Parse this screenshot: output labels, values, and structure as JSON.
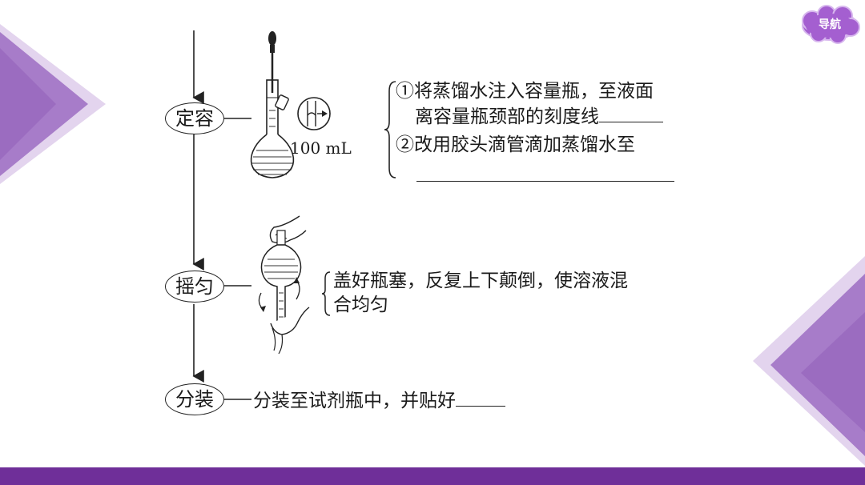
{
  "nav": {
    "label": "导航"
  },
  "steps": [
    {
      "name": "定容",
      "flask_label": "100 mL",
      "lines": [
        "①将蒸馏水注入容量瓶，至液面",
        "离容量瓶颈部的刻度线",
        "②改用胶头滴管滴加蒸馏水至"
      ]
    },
    {
      "name": "摇匀",
      "lines": [
        "盖好瓶塞，反复上下颠倒，使溶液混",
        "合均匀"
      ]
    },
    {
      "name": "分装",
      "lines": [
        "分装至试剂瓶中，并贴好"
      ]
    }
  ],
  "colors": {
    "accent": "#6f2f99",
    "triangle": "#9b6cc1",
    "triangle_light": "#d9c6e8"
  }
}
